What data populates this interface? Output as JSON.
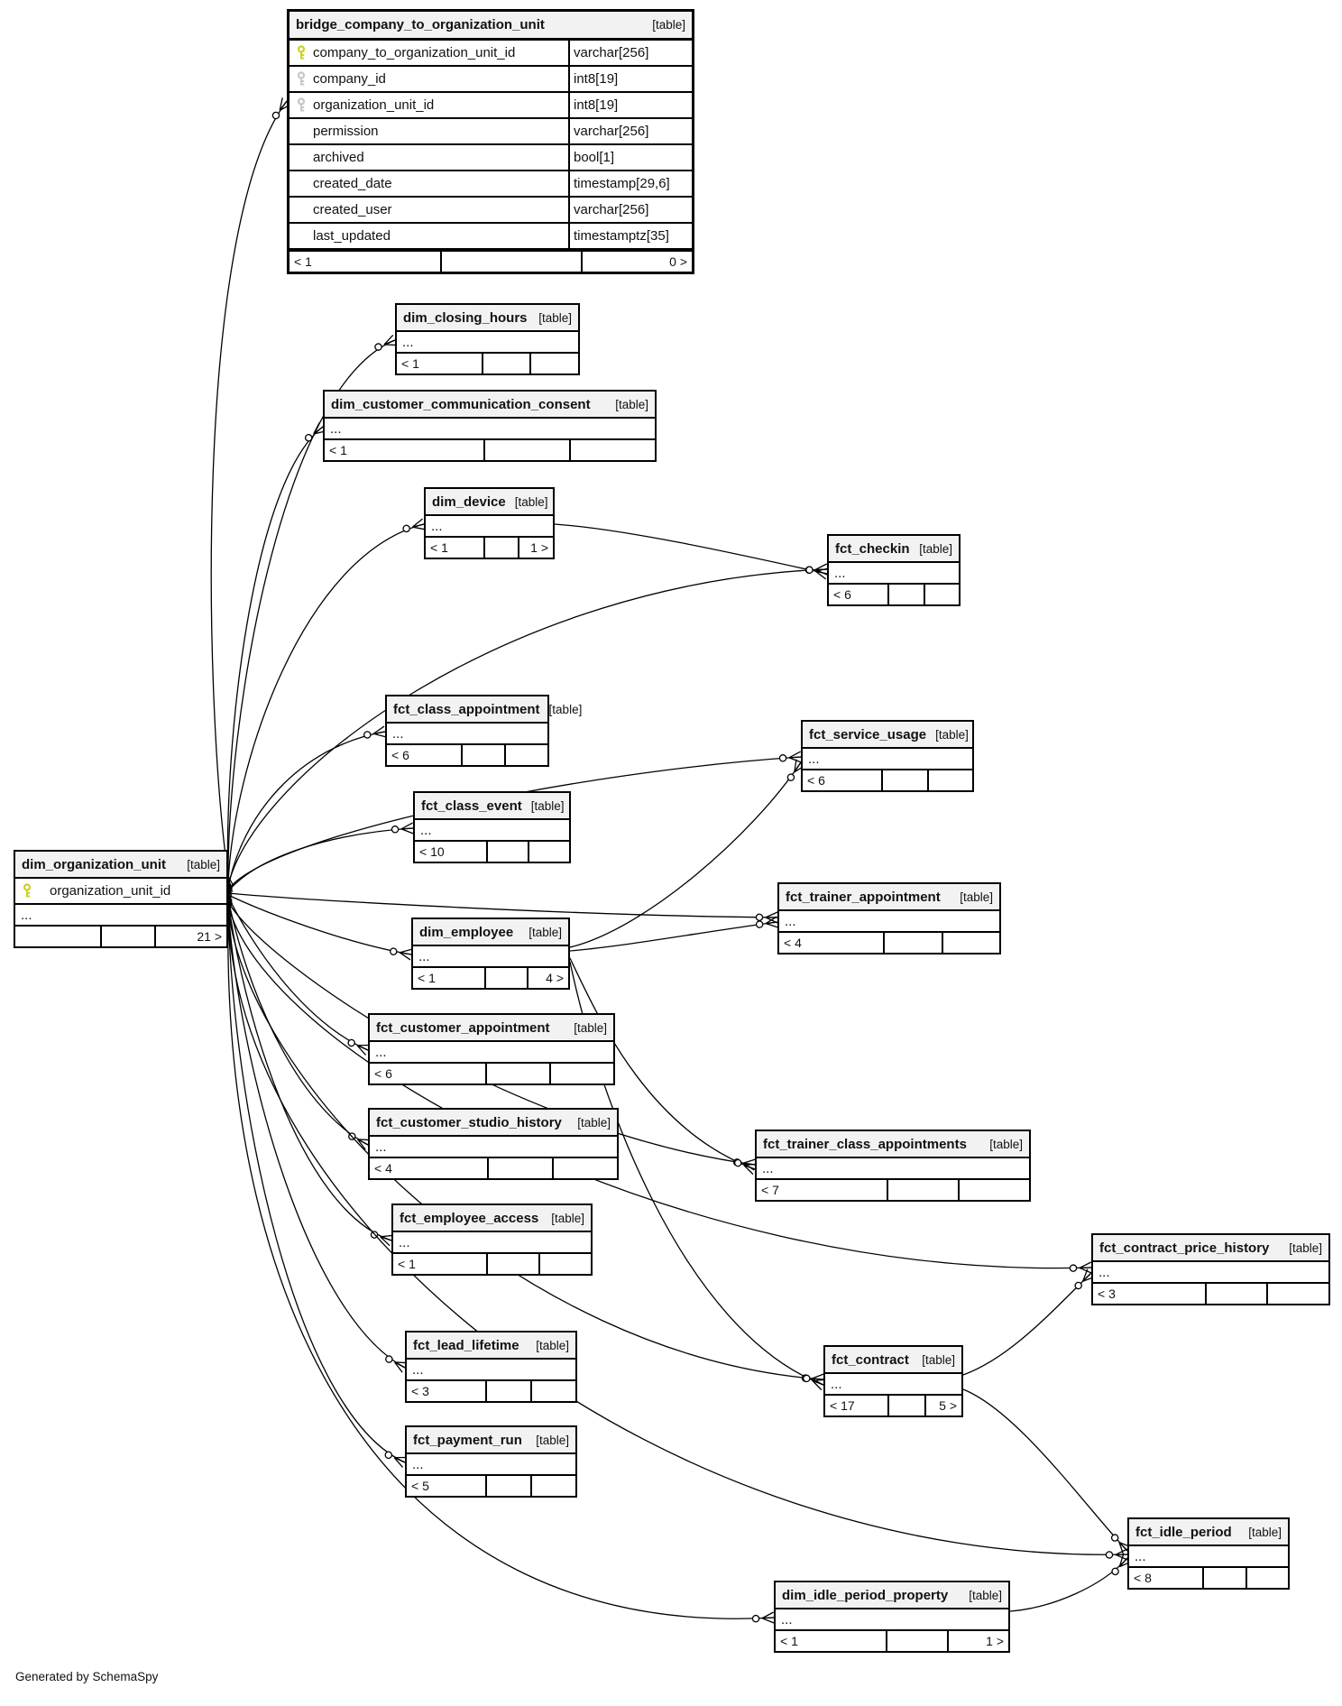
{
  "diagram": {
    "generator_note": "Generated by SchemaSpy",
    "tables": [
      {
        "name": "bridge_company_to_organization_unit",
        "type_label": "[table]",
        "columns": [
          {
            "name": "company_to_organization_unit_id",
            "type": "varchar[256]",
            "key": "primary"
          },
          {
            "name": "company_id",
            "type": "int8[19]",
            "key": "secondary"
          },
          {
            "name": "organization_unit_id",
            "type": "int8[19]",
            "key": "secondary"
          },
          {
            "name": "permission",
            "type": "varchar[256]",
            "key": ""
          },
          {
            "name": "archived",
            "type": "bool[1]",
            "key": ""
          },
          {
            "name": "created_date",
            "type": "timestamp[29,6]",
            "key": ""
          },
          {
            "name": "created_user",
            "type": "varchar[256]",
            "key": ""
          },
          {
            "name": "last_updated",
            "type": "timestamptz[35]",
            "key": ""
          }
        ],
        "footer": {
          "left": "< 1",
          "middle": "",
          "right": "0 >"
        }
      },
      {
        "name": "dim_organization_unit",
        "type_label": "[table]",
        "columns": [
          {
            "name": "organization_unit_id",
            "type": "",
            "key": "primary"
          }
        ],
        "ellipsis": "...",
        "footer": {
          "left": "",
          "middle": "",
          "right": "21 >"
        }
      },
      {
        "name": "dim_closing_hours",
        "type_label": "[table]",
        "ellipsis": "...",
        "footer": {
          "left": "< 1",
          "middle": "",
          "right": ""
        }
      },
      {
        "name": "dim_customer_communication_consent",
        "type_label": "[table]",
        "ellipsis": "...",
        "footer": {
          "left": "< 1",
          "middle": "",
          "right": ""
        }
      },
      {
        "name": "dim_device",
        "type_label": "[table]",
        "ellipsis": "...",
        "footer": {
          "left": "< 1",
          "middle": "",
          "right": "1 >"
        }
      },
      {
        "name": "fct_checkin",
        "type_label": "[table]",
        "ellipsis": "...",
        "footer": {
          "left": "< 6",
          "middle": "",
          "right": ""
        }
      },
      {
        "name": "fct_class_appointment",
        "type_label": "[table]",
        "ellipsis": "...",
        "footer": {
          "left": "< 6",
          "middle": "",
          "right": ""
        }
      },
      {
        "name": "fct_service_usage",
        "type_label": "[table]",
        "ellipsis": "...",
        "footer": {
          "left": "< 6",
          "middle": "",
          "right": ""
        }
      },
      {
        "name": "fct_class_event",
        "type_label": "[table]",
        "ellipsis": "...",
        "footer": {
          "left": "< 10",
          "middle": "",
          "right": ""
        }
      },
      {
        "name": "fct_trainer_appointment",
        "type_label": "[table]",
        "ellipsis": "...",
        "footer": {
          "left": "< 4",
          "middle": "",
          "right": ""
        }
      },
      {
        "name": "dim_employee",
        "type_label": "[table]",
        "ellipsis": "...",
        "footer": {
          "left": "< 1",
          "middle": "",
          "right": "4 >"
        }
      },
      {
        "name": "fct_customer_appointment",
        "type_label": "[table]",
        "ellipsis": "...",
        "footer": {
          "left": "< 6",
          "middle": "",
          "right": ""
        }
      },
      {
        "name": "fct_customer_studio_history",
        "type_label": "[table]",
        "ellipsis": "...",
        "footer": {
          "left": "< 4",
          "middle": "",
          "right": ""
        }
      },
      {
        "name": "fct_employee_access",
        "type_label": "[table]",
        "ellipsis": "...",
        "footer": {
          "left": "< 1",
          "middle": "",
          "right": ""
        }
      },
      {
        "name": "fct_trainer_class_appointments",
        "type_label": "[table]",
        "ellipsis": "...",
        "footer": {
          "left": "< 7",
          "middle": "",
          "right": ""
        }
      },
      {
        "name": "fct_contract_price_history",
        "type_label": "[table]",
        "ellipsis": "...",
        "footer": {
          "left": "< 3",
          "middle": "",
          "right": ""
        }
      },
      {
        "name": "fct_lead_lifetime",
        "type_label": "[table]",
        "ellipsis": "...",
        "footer": {
          "left": "< 3",
          "middle": "",
          "right": ""
        }
      },
      {
        "name": "fct_contract",
        "type_label": "[table]",
        "ellipsis": "...",
        "footer": {
          "left": "< 17",
          "middle": "",
          "right": "5 >"
        }
      },
      {
        "name": "fct_payment_run",
        "type_label": "[table]",
        "ellipsis": "...",
        "footer": {
          "left": "< 5",
          "middle": "",
          "right": ""
        }
      },
      {
        "name": "fct_idle_period",
        "type_label": "[table]",
        "ellipsis": "...",
        "footer": {
          "left": "< 8",
          "middle": "",
          "right": ""
        }
      },
      {
        "name": "dim_idle_period_property",
        "type_label": "[table]",
        "ellipsis": "...",
        "footer": {
          "left": "< 1",
          "middle": "",
          "right": "1 >"
        }
      }
    ],
    "edges": [
      {
        "from": "dim_organization_unit",
        "to": "bridge_company_to_organization_unit"
      },
      {
        "from": "dim_organization_unit",
        "to": "dim_closing_hours"
      },
      {
        "from": "dim_organization_unit",
        "to": "dim_customer_communication_consent"
      },
      {
        "from": "dim_organization_unit",
        "to": "dim_device"
      },
      {
        "from": "dim_organization_unit",
        "to": "fct_checkin"
      },
      {
        "from": "dim_organization_unit",
        "to": "fct_class_appointment"
      },
      {
        "from": "dim_organization_unit",
        "to": "fct_service_usage"
      },
      {
        "from": "dim_organization_unit",
        "to": "fct_class_event"
      },
      {
        "from": "dim_organization_unit",
        "to": "fct_trainer_appointment"
      },
      {
        "from": "dim_organization_unit",
        "to": "dim_employee"
      },
      {
        "from": "dim_organization_unit",
        "to": "fct_customer_appointment"
      },
      {
        "from": "dim_organization_unit",
        "to": "fct_customer_studio_history"
      },
      {
        "from": "dim_organization_unit",
        "to": "fct_employee_access"
      },
      {
        "from": "dim_organization_unit",
        "to": "fct_trainer_class_appointments"
      },
      {
        "from": "dim_organization_unit",
        "to": "fct_contract_price_history"
      },
      {
        "from": "dim_organization_unit",
        "to": "fct_lead_lifetime"
      },
      {
        "from": "dim_organization_unit",
        "to": "fct_contract"
      },
      {
        "from": "dim_organization_unit",
        "to": "fct_payment_run"
      },
      {
        "from": "dim_organization_unit",
        "to": "fct_idle_period"
      },
      {
        "from": "dim_organization_unit",
        "to": "dim_idle_period_property"
      },
      {
        "from": "dim_employee",
        "to": "fct_service_usage"
      },
      {
        "from": "dim_employee",
        "to": "fct_trainer_appointment"
      },
      {
        "from": "dim_employee",
        "to": "fct_trainer_class_appointments"
      },
      {
        "from": "dim_employee",
        "to": "fct_contract"
      },
      {
        "from": "dim_device",
        "to": "fct_checkin"
      },
      {
        "from": "fct_contract",
        "to": "fct_contract_price_history"
      },
      {
        "from": "fct_contract",
        "to": "fct_idle_period"
      },
      {
        "from": "dim_idle_period_property",
        "to": "fct_idle_period"
      }
    ]
  }
}
